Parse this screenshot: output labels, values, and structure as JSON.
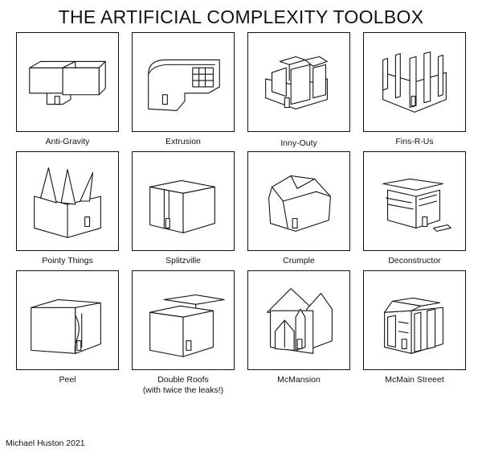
{
  "title": "THE ARTIFICIAL COMPLEXITY TOOLBOX",
  "credit": "Michael Huston 2021",
  "tools": [
    {
      "label": "Anti-Gravity",
      "label2": ""
    },
    {
      "label": "Extrusion",
      "label2": ""
    },
    {
      "label": "Inny-Outy",
      "label2": ""
    },
    {
      "label": "Fins-R-Us",
      "label2": ""
    },
    {
      "label": "Pointy Things",
      "label2": ""
    },
    {
      "label": "Splitzville",
      "label2": ""
    },
    {
      "label": "Crumple",
      "label2": ""
    },
    {
      "label": "Deconstructor",
      "label2": ""
    },
    {
      "label": "Peel",
      "label2": ""
    },
    {
      "label": "Double Roofs",
      "label2": "(with twice the leaks!)"
    },
    {
      "label": "McMansion",
      "label2": ""
    },
    {
      "label": "McMain Streeet",
      "label2": ""
    }
  ]
}
